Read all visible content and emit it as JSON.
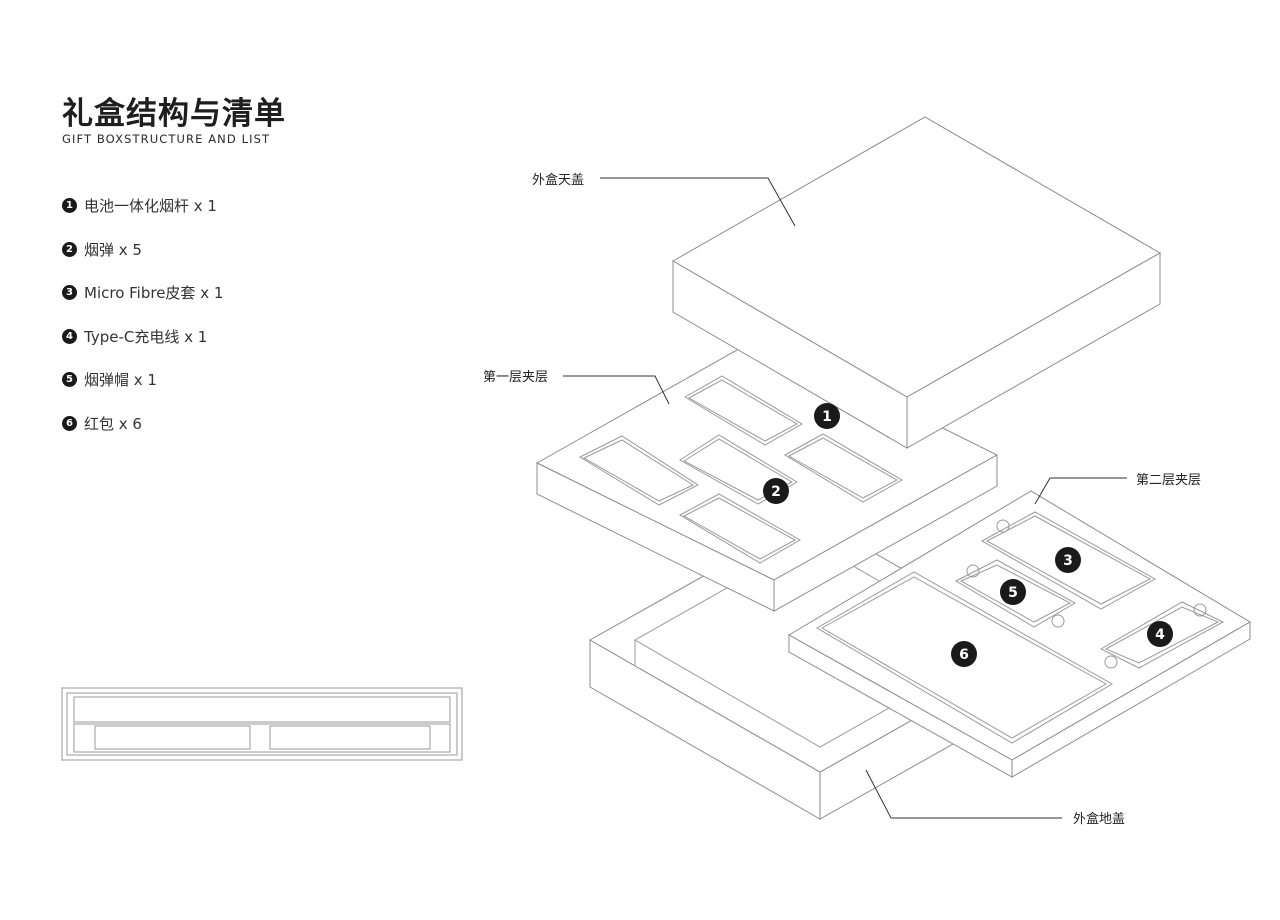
{
  "header": {
    "title": "礼盒结构与清单",
    "subtitle": "GIFT BOXSTRUCTURE AND LIST"
  },
  "items": [
    {
      "number": "1",
      "text": "电池一体化烟杆 x 1"
    },
    {
      "number": "2",
      "text": "烟弹 x 5"
    },
    {
      "number": "3",
      "text": "Micro Fibre皮套 x 1"
    },
    {
      "number": "4",
      "text": "Type-C充电线 x 1"
    },
    {
      "number": "5",
      "text": "烟弹帽 x 1"
    },
    {
      "number": "6",
      "text": "红包 x 6"
    }
  ],
  "callouts": {
    "outer_lid": "外盒天盖",
    "layer_one": "第一层夹层",
    "layer_two": "第二层夹层",
    "outer_base": "外盒地盖"
  },
  "badges": [
    "1",
    "2",
    "3",
    "4",
    "5",
    "6"
  ]
}
